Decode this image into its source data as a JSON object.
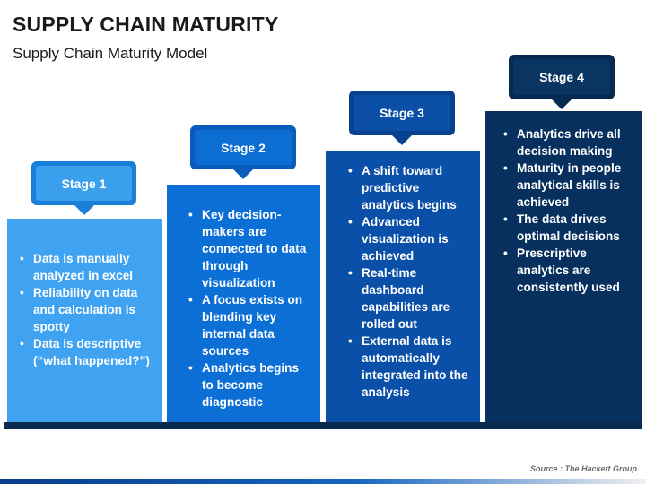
{
  "header": {
    "title": "SUPPLY CHAIN MATURITY",
    "subtitle": "Supply Chain Maturity Model"
  },
  "stages": [
    {
      "label": "Stage 1",
      "color": "#3fa3f2",
      "badge_outer": "#1a7fd8",
      "badge_inner": "#3aa0ee",
      "items": [
        "Data is manually analyzed in excel",
        "Reliability on data and calculation is spotty",
        "Data is descriptive (“what happened?”)"
      ]
    },
    {
      "label": "Stage 2",
      "color": "#0b6fd6",
      "badge_outer": "#0a5cbc",
      "badge_inner": "#0c6dd2",
      "items": [
        "Key decision-makers are connected to data through visualization",
        "A focus exists on blending key internal data sources",
        "Analytics begins to become diagnostic"
      ]
    },
    {
      "label": "Stage 3",
      "color": "#0a4fa8",
      "badge_outer": "#08418f",
      "badge_inner": "#0b4fa6",
      "items": [
        "A shift toward predictive analytics begins",
        "Advanced visualization is achieved",
        "Real-time dashboard capabilities are rolled out",
        "External data is automatically integrated into the analysis"
      ]
    },
    {
      "label": "Stage 4",
      "color": "#08305e",
      "badge_outer": "#062a52",
      "badge_inner": "#0a3563",
      "items": [
        "Analytics drive all decision making",
        "Maturity in people analytical skills is achieved",
        "The data drives optimal decisions",
        "Prescriptive analytics are consistently used"
      ]
    }
  ],
  "source": "Source : The Hackett Group"
}
